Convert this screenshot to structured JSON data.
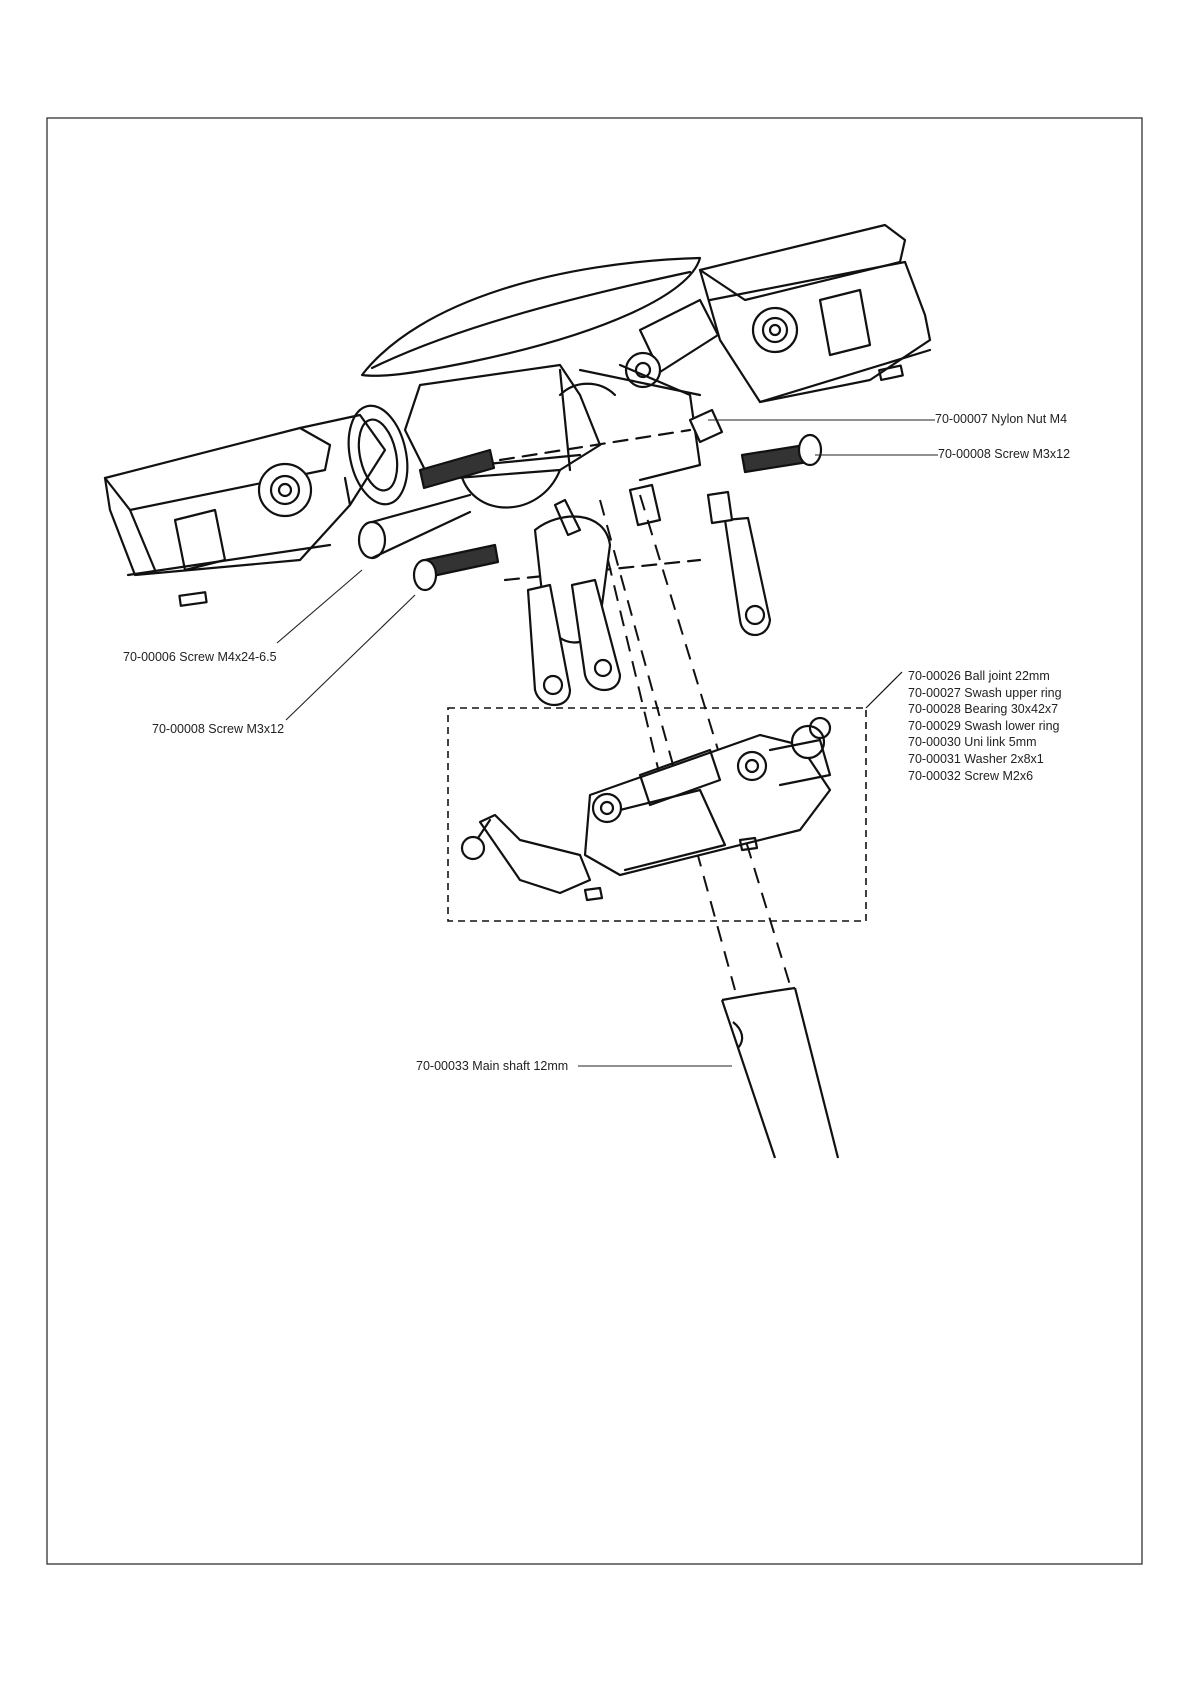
{
  "callouts": {
    "nylon_nut": "70-00007 Nylon Nut M4",
    "screw_m3_right": "70-00008 Screw M3x12",
    "screw_m4": "70-00006 Screw M4x24-6.5",
    "screw_m3_left": "70-00008 Screw M3x12",
    "main_shaft": "70-00033 Main shaft 12mm"
  },
  "swash_group": [
    "70-00026 Ball joint 22mm",
    "70-00027 Swash upper ring",
    "70-00028 Bearing 30x42x7",
    "70-00029 Swash lower ring",
    "70-00030 Uni link 5mm",
    "70-00031 Washer 2x8x1",
    "70-00032 Screw M2x6"
  ]
}
